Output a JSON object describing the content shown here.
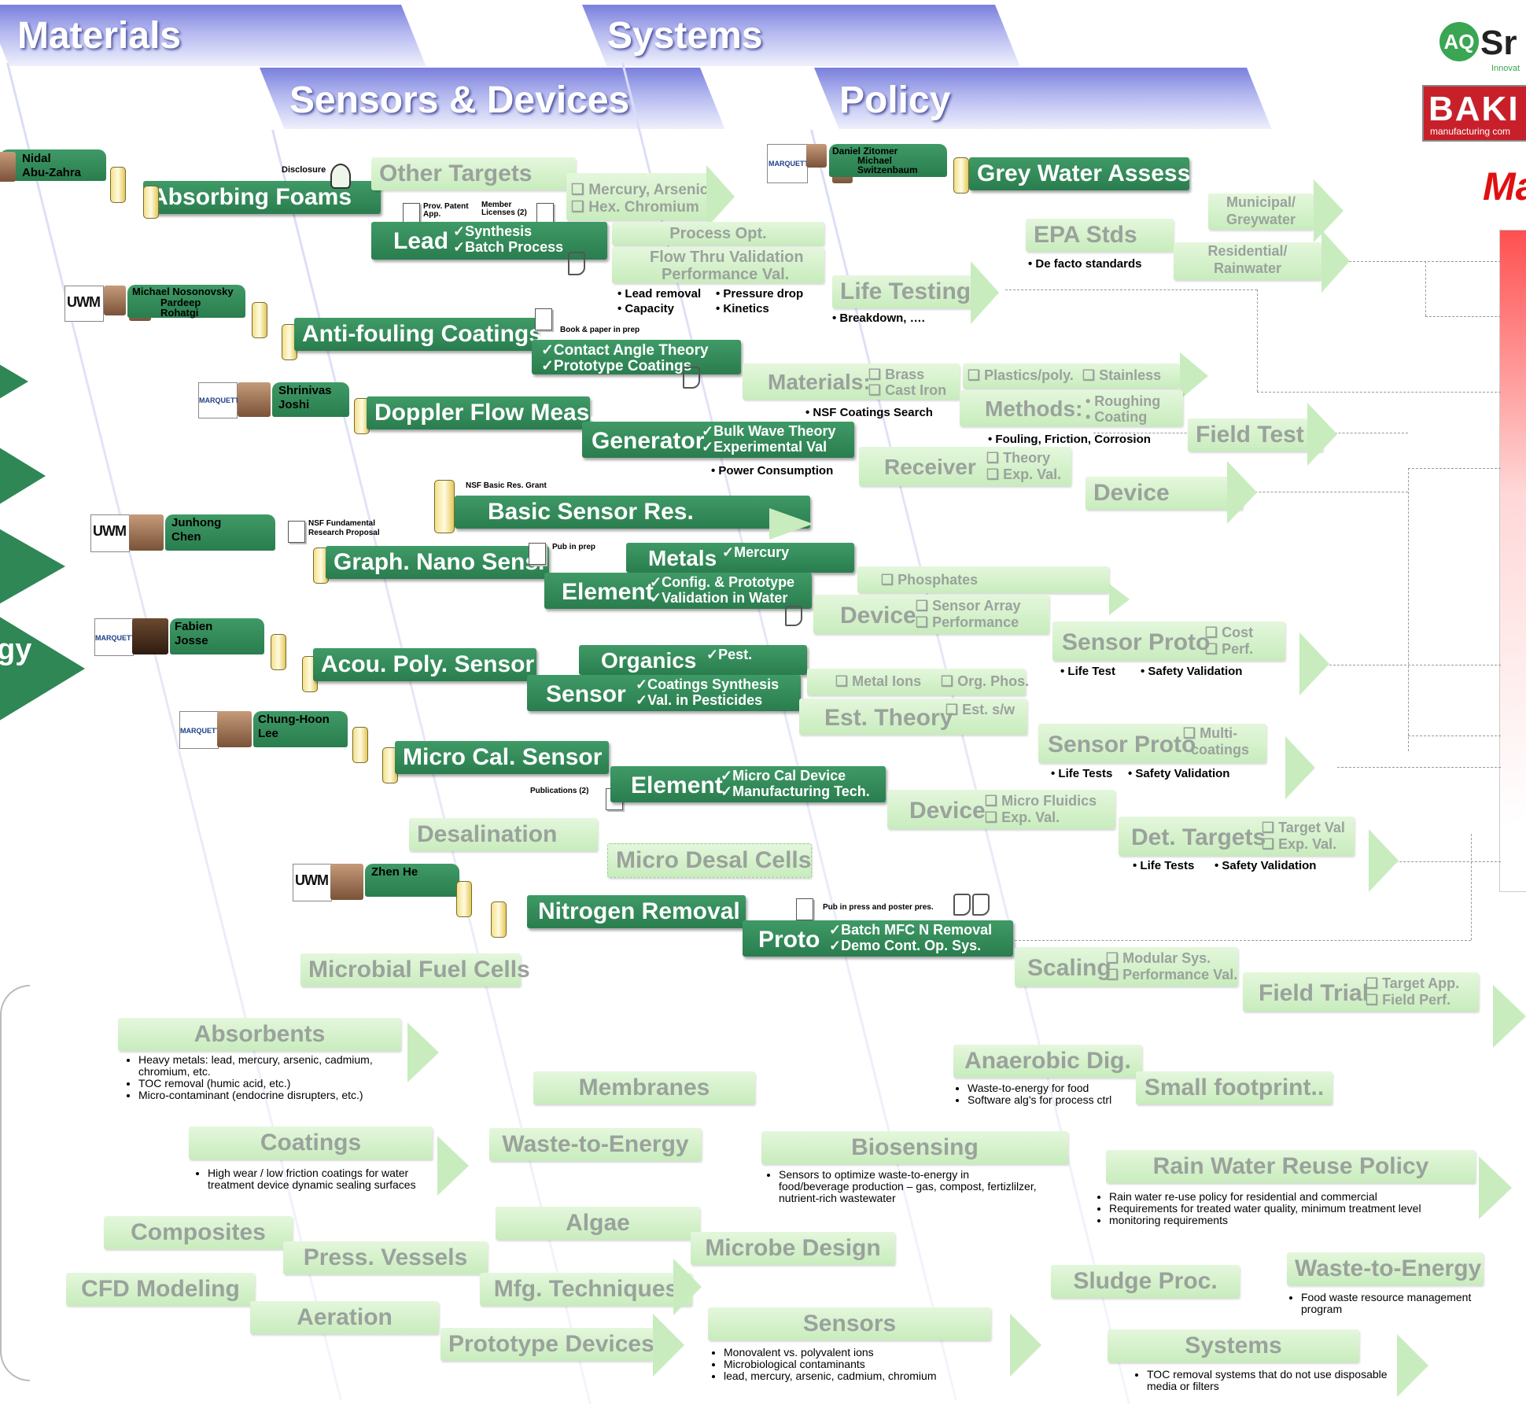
{
  "columns": {
    "materials": "Materials",
    "systems": "Systems",
    "sensors": "Sensors & Devices",
    "policy": "Policy"
  },
  "logos": {
    "aqua": "AQ",
    "aqua_suffix": "Sr",
    "aqua_tag": "Innovat",
    "baker": "BAKI",
    "baker_tag": "manufacturing com",
    "ma": "Ma"
  },
  "left_arrows": {
    "last_label": "gy"
  },
  "people": {
    "nidal": "Nidal\nAbu-Zahra",
    "michael_n": "Michael Nosonovsky",
    "pardeep": "Pardeep\nRohatgi",
    "shrinivas": "Shrinivas\nJoshi",
    "junhong": "Junhong\nChen",
    "fabien": "Fabien\nJosse",
    "chung": "Chung-Hoon\nLee",
    "zhen": "Zhen He",
    "daniel": "Daniel Zitomer",
    "michael_s": "Michael\nSwitzenbaum",
    "uwm": "UWM",
    "marquette": "MARQUETTE"
  },
  "notes": {
    "disclosure": "Disclosure",
    "prov_patent": "Prov. Patent\nApp.",
    "member_lic": "Member\nLicenses (2)",
    "book_paper": "Book & paper in prep",
    "nsf_basic": "NSF Basic Res. Grant",
    "nsf_fund": "NSF Fundamental\nResearch Proposal",
    "pub_prep": "Pub in prep",
    "publications": "Publications (2)",
    "pub_press": "Pub in press and poster pres."
  },
  "main": {
    "absorbing": "Absorbing Foams",
    "other_targets": "Other Targets",
    "mercury_arsenic": "❑ Mercury, Arsenic",
    "hex_chromium": "❑ Hex. Chromium",
    "lead": "Lead",
    "lead_c1": "✓Synthesis",
    "lead_c2": "✓Batch Process",
    "process_opt": "Process Opt.",
    "flow_thru": "Flow Thru Validation",
    "perf_val": "Performance Val.",
    "lead_removal": "• Lead removal",
    "capacity": "• Capacity",
    "pressure_drop": "• Pressure drop",
    "kinetics": "• Kinetics",
    "life_testing": "Life Testing",
    "breakdown": "• Breakdown, ….",
    "grey_water": "Grey Water Assess.",
    "epa": "EPA Stds",
    "de_facto": "• De facto standards",
    "municipal": "Municipal/\nGreywater",
    "residential": "Residential/\nRainwater",
    "antifouling": "Anti-fouling Coatings",
    "contact_angle": "✓Contact Angle Theory",
    "prototype_coatings": "✓Prototype Coatings",
    "materials_lbl": "Materials:",
    "brass": "❑ Brass",
    "cast_iron": "❑ Cast Iron",
    "plastics": "❑ Plastics/poly.",
    "stainless": "❑ Stainless",
    "methods": "Methods:",
    "roughing": "• Roughing",
    "coating": "• Coating",
    "nsf_coatings": "• NSF Coatings Search",
    "fouling": "• Fouling, Friction, Corrosion",
    "field_test": "Field Test",
    "doppler": "Doppler Flow Meas.",
    "generator": "Generator",
    "bulk_wave": "✓Bulk Wave Theory",
    "exp_val": "✓Experimental Val",
    "power": "• Power Consumption",
    "receiver": "Receiver",
    "theory": "❑ Theory",
    "exp_val2": "❑ Exp. Val.",
    "device": "Device",
    "basic_sensor": "Basic Sensor Res.",
    "graph_nano": "Graph. Nano Sens.",
    "metals": "Metals",
    "mercury": "✓Mercury",
    "element": "Element",
    "config_proto": "✓Config. & Prototype",
    "validation_water": "✓Validation in Water",
    "phosphates": "❑ Phosphates",
    "device2": "Device",
    "sensor_array": "❑ Sensor Array",
    "performance": "❑ Performance",
    "sensor_proto": "Sensor Proto",
    "cost": "❑ Cost",
    "perf": "❑ Perf.",
    "life_test": "• Life Test",
    "safety_val": "• Safety Validation",
    "acou": "Acou. Poly. Sensor",
    "organics": "Organics",
    "pest": "✓Pest.",
    "sensor": "Sensor",
    "coatings_synth": "✓Coatings Synthesis",
    "val_pest": "✓Val. in Pesticides",
    "metal_ions": "❑ Metal Ions",
    "org_phos": "❑ Org. Phos.",
    "est_theory": "Est. Theory",
    "est_sw": "❑ Est. s/w",
    "sensor_proto2": "Sensor Proto",
    "multi_coat": "❑ Multi-\n  coatings",
    "life_tests": "• Life Tests",
    "safety_val2": "• Safety Validation",
    "micro_cal": "Micro Cal. Sensor",
    "element2": "Element",
    "micro_cal_dev": "✓Micro Cal Device",
    "mfg_tech": "✓Manufacturing Tech.",
    "device3": "Device",
    "micro_fluidics": "❑ Micro Fluidics",
    "exp_val3": "❑ Exp. Val.",
    "det_targets": "Det. Targets",
    "target_val": "❑ Target Val",
    "exp_val4": "❑ Exp. Val.",
    "life_tests2": "• Life Tests",
    "safety_val3": "• Safety Validation",
    "desalination": "Desalination",
    "micro_desal": "Micro Desal Cells",
    "nitrogen": "Nitrogen Removal",
    "proto": "Proto",
    "batch_mfc": "✓Batch MFC N Removal",
    "demo_cont": "✓Demo Cont. Op. Sys.",
    "microbial": "Microbial Fuel Cells",
    "scaling": "Scaling",
    "modular": "❑ Modular Sys.",
    "perf_val2": "❑ Performance Val.",
    "field_trial": "Field Trial",
    "target_app": "❑ Target App.",
    "field_perf": "❑ Field Perf."
  },
  "bottom": {
    "absorbents": "Absorbents",
    "abs_items": [
      "Heavy metals: lead, mercury, arsenic, cadmium, chromium, etc.",
      "TOC removal (humic acid, etc.)",
      "Micro-contaminant (endocrine disrupters, etc.)"
    ],
    "coatings": "Coatings",
    "coat_items": [
      "High wear / low friction coatings for water treatment device dynamic sealing surfaces"
    ],
    "composites": "Composites",
    "press_vessels": "Press. Vessels",
    "cfd": "CFD Modeling",
    "aeration": "Aeration",
    "prototype_devices": "Prototype Devices",
    "membranes": "Membranes",
    "waste_energy": "Waste-to-Energy",
    "algae": "Algae",
    "mfg_techniques": "Mfg. Techniques",
    "microbe_design": "Microbe Design",
    "biosensing": "Biosensing",
    "bio_items": [
      "Sensors to optimize waste-to-energy in food/beverage production – gas, compost, fertizlilzer, nutrient-rich wastewater"
    ],
    "sensors": "Sensors",
    "sens_items": [
      "Monovalent vs. polyvalent ions",
      "Microbiological contaminants",
      "lead, mercury, arsenic, cadmium, chromium"
    ],
    "anaerobic": "Anaerobic Dig.",
    "ana_items": [
      "Waste-to-energy for food",
      "Software alg's for process ctrl"
    ],
    "small_footprint": "Small footprint..",
    "rain_water": "Rain Water Reuse Policy",
    "rain_items": [
      "Rain water re-use policy for residential and commercial",
      "Requirements for treated water quality, minimum treatment level",
      "monitoring requirements"
    ],
    "sludge": "Sludge Proc.",
    "waste_energy2": "Waste-to-Energy",
    "we_items": [
      "Food waste resource management program"
    ],
    "systems": "Systems",
    "sys_items": [
      "TOC removal systems that do not use disposable media or filters"
    ]
  },
  "colors": {
    "dark_green": "#2e8755",
    "light_green": "#d4f1c9",
    "header_blue": "#8a8fe0"
  }
}
